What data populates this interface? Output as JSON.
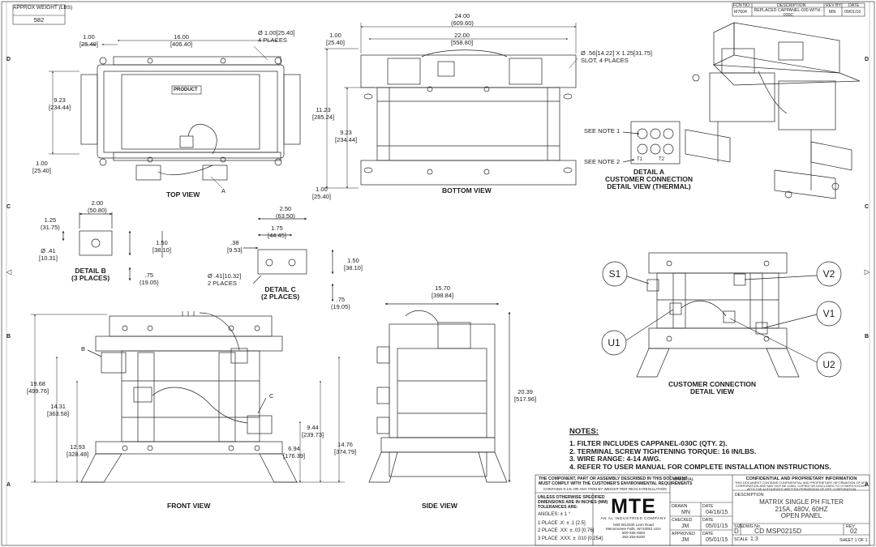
{
  "weight_box": {
    "label": "APPROX WEIGHT (LBS)",
    "value": "582"
  },
  "revision_block": {
    "headers": [
      "FCN NO.",
      "DESCRIPTION",
      "REV BY",
      "DATE"
    ],
    "fcn": "M7604",
    "description": "REPLACED CAPPANEL-030 WITH - 030C",
    "rev_by": "MN",
    "date": "09/01/16"
  },
  "zones": [
    "D",
    "C",
    "B",
    "A"
  ],
  "top_view": {
    "title": "TOP VIEW",
    "dims": {
      "d1": "1.00",
      "d1m": "[25.40]",
      "d2": "16.00",
      "d2m": "[406.40]",
      "hole": "Ø 1.00[25.40]",
      "hole_count": "4 PLACES",
      "h1": "9.23",
      "h1m": "[234.44]",
      "d3": "1.00",
      "d3m": "[25.40]"
    },
    "product_label": "PRODUCT",
    "callout": "A"
  },
  "bottom_view": {
    "title": "BOTTOM VIEW",
    "dims": {
      "w1": "24.00",
      "w1m": "(609.60)",
      "w2": "22.00",
      "w2m": "[558.80]",
      "l1": "1.00",
      "l1m": "[25.40]",
      "slot": "Ø .56[14.22] X 1.25[31.75]",
      "slot_count": "SLOT, 4 PLACES",
      "h1": "11.23",
      "h1m": "[285.24]",
      "h2": "9.23",
      "h2m": "[234.44]",
      "b1": "1.00",
      "b1m": "[25.40]"
    }
  },
  "detail_a": {
    "title": "DETAIL A",
    "subtitle1": "CUSTOMER CONNECTION",
    "subtitle2": "DETAIL VIEW (THERMAL)",
    "note1": "SEE NOTE 1",
    "note2": "SEE NOTE 2",
    "t1": "T1",
    "t2": "T2"
  },
  "detail_b": {
    "title": "DETAIL B",
    "sub": "(3 PLACES)",
    "dims": {
      "w": "2.00",
      "wm": "(50.80)",
      "h": "1.25",
      "hm": "(31.75)",
      "hole": "Ø .41",
      "holem": "[10.31]",
      "h2": "1.50",
      "h2m": "[38.10]",
      "v": ".75",
      "vm": "(19.05)"
    }
  },
  "detail_c": {
    "title": "DETAIL C",
    "sub": "(2 PLACES)",
    "dims": {
      "w": "2.50",
      "wm": "(63.50)",
      "w2": "1.75",
      "w2m": "[44.45]",
      "w3": ".38",
      "w3m": "[9.53]",
      "hole": "Ø .41[10.32]",
      "hole_count": "2 PLACES",
      "h": "1.50",
      "hm": "[38.10]",
      "v": ".75",
      "vm": "(19.05)"
    }
  },
  "front_view": {
    "title": "FRONT VIEW",
    "callouts": [
      "B",
      "C"
    ],
    "dims": {
      "a": "19.68",
      "am": "[499.76]",
      "b": "14.31",
      "bm": "[363.58]",
      "c": "12.93",
      "cm": "[328.48]",
      "d": "6.94",
      "dm": "[176.39]",
      "e": "9.44",
      "em": "[239.73]",
      "f": "14.76",
      "fm": "[374.79]"
    }
  },
  "side_view": {
    "title": "SIDE VIEW",
    "dims": {
      "w": "15.70",
      "wm": "[398.84]",
      "h": "20.39",
      "hm": "[517.96]"
    }
  },
  "customer_connection": {
    "title": "CUSTOMER CONNECTION",
    "sub": "DETAIL VIEW",
    "terminals": [
      "S1",
      "V2",
      "V1",
      "U1",
      "U2"
    ]
  },
  "notes": {
    "heading": "NOTES:",
    "items": [
      "1.  FILTER INCLUDES CAPPANEL-030C (QTY. 2).",
      "2.  TERMINAL SCREW TIGHTENING TORQUE: 16 IN/LBS.",
      "3.  WIRE RANGE: 4-14 AWG.",
      "4.  REFER TO USER MANUAL FOR COMPLETE INSTALLATION INSTRUCTIONS."
    ]
  },
  "title_block": {
    "compliance1": "THE COMPONENT, PART OR ASSEMBLY DESCRIBED IN THIS DOCUMENT",
    "compliance2": "MUST COMPLY WITH THE CUSTOMER'S ENVIRONMENTAL REQUIREMENTS",
    "contains": "CONTAINS 0.1% OR ANY ITEM BY WEIGHT PER REACH REGULATION",
    "tol_head1": "UNLESS OTHERWISE SPECIFIED",
    "tol_head2": "DIMENSIONS ARE IN INCHES (MM)",
    "tol_head3": "TOLERANCES ARE:",
    "angles": "ANGLES: ± 1 °",
    "place1": "1 PLACE .X: ± .1 [2.5]",
    "place2": "2 PLACE .XX: ± .03 [0.76]",
    "place3": "3 PLACE .XXX: ± .010 [0.254]",
    "material_label": "MATERIAL",
    "logo": "MTE",
    "logo_sub": "AN AL INDUSTRIES COMPANY",
    "address1": "N83 W13330 Leon Road",
    "address2": "Menomonee Falls, WI 53051 USA",
    "phone1": "800-455-4683",
    "phone2": "262-253-8200",
    "drawn_label": "DRAWN",
    "drawn_by": "MN",
    "drawn_date_label": "DATE",
    "drawn_date": "04/16/15",
    "checked_label": "CHECKED",
    "checked_by": "JM",
    "checked_date_label": "DATE",
    "checked_date": "05/01/15",
    "approved_label": "APPROVED",
    "approved_by": "JM",
    "approved_date_label": "DATE",
    "approved_date": "05/01/15",
    "confidential_title": "CONFIDENTIAL AND PROPRIETARY INFORMATION",
    "confidential_1": "THIS DOCUMENT CONTAINS CONFIDENTIAL AND PROPRIETARY INFORMATION OF MTE",
    "confidential_2": "CORPORATION AND MAY NOT BE USED, COPIED OR DISCLOSED TO OTHERS EXCEPT",
    "confidential_3": "WITH THE AUTHORIZED WRITTEN PERMISSION OF MTE CORPORATION",
    "description_label": "DESCRIPTION",
    "description_1": "MATRIX SINGLE PH FILTER",
    "description_2": "215A, 480V, 60HZ",
    "description_3": "OPEN PANEL",
    "size_label": "SIZE",
    "size": "D",
    "dwg_label": "DWG No.",
    "dwg": "CD MSP0215D",
    "rev_label": "REV",
    "rev": "02",
    "scale_label": "SCALE",
    "scale": "1:3",
    "sheet": "SHEET 1 OF 1"
  }
}
